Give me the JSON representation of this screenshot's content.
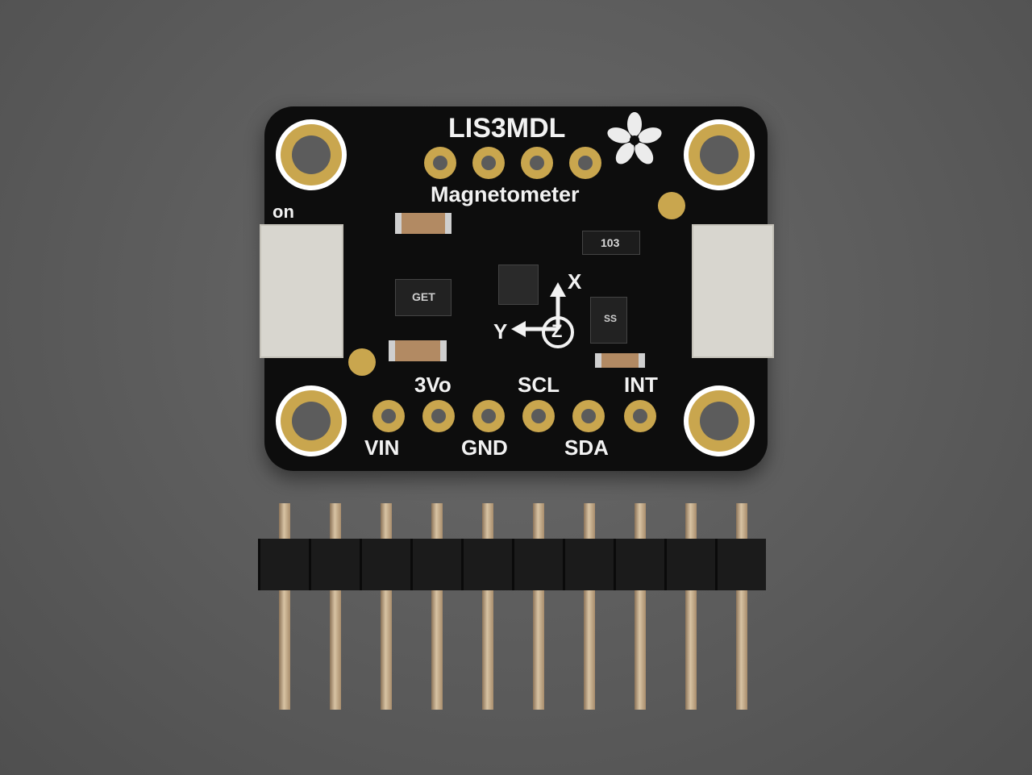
{
  "board": {
    "title": "LIS3MDL",
    "subtitle": "Magnetometer",
    "on_label": "on",
    "chip_marks": [
      "GET",
      "103",
      "SS"
    ],
    "axes": {
      "x": "X",
      "y": "Y",
      "z": "Z"
    },
    "pin_labels_top": [
      "3Vo",
      "SCL",
      "INT"
    ],
    "pin_labels_bottom": [
      "VIN",
      "GND",
      "SDA"
    ]
  },
  "header": {
    "pin_count": 10
  },
  "colors": {
    "background": "#5e5e5e",
    "pcb": "#0d0d0d",
    "gold": "#c9a64e",
    "silkscreen": "#f2f2f2"
  }
}
